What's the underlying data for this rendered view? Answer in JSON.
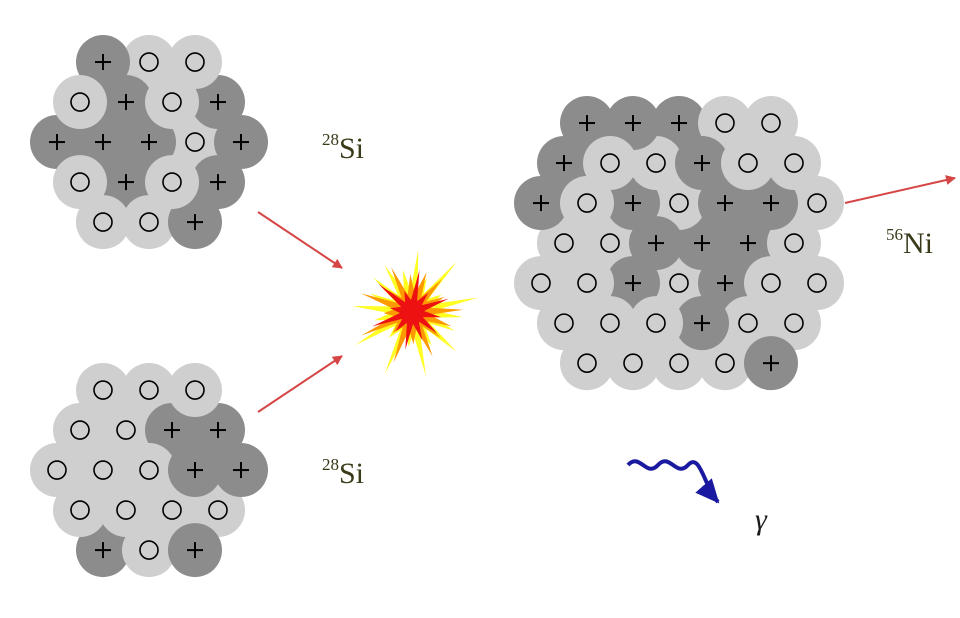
{
  "nuclei": {
    "top_left": {
      "mass": "28",
      "symbol": "Si"
    },
    "bottom_left": {
      "mass": "28",
      "symbol": "Si"
    },
    "product": {
      "mass": "56",
      "symbol": "Ni"
    }
  },
  "gamma": {
    "symbol": "γ"
  },
  "colors": {
    "proton": "#8c8c8c",
    "neutron": "#cfcfcf",
    "arrow": "#d64545",
    "gamma_arrow": "#1a1aa0",
    "label": "#3a3a1a",
    "explosion_outer": "#ffff22",
    "explosion_mid": "#ff9900",
    "explosion_core": "#ee1111"
  }
}
